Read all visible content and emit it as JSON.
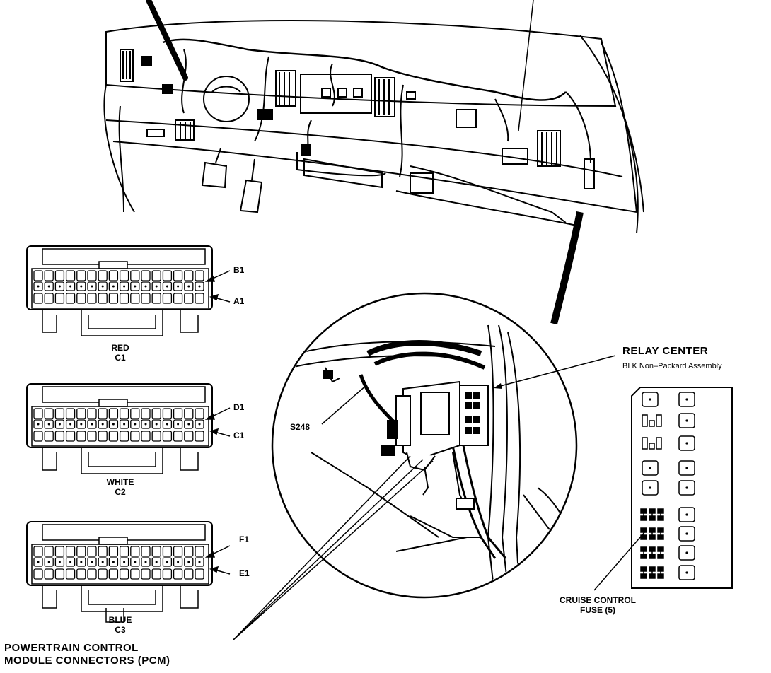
{
  "connectors": [
    {
      "pin_top": "B1",
      "pin_bottom": "A1",
      "color": "RED",
      "id": "C1"
    },
    {
      "pin_top": "D1",
      "pin_bottom": "C1",
      "color": "WHITE",
      "id": "C2"
    },
    {
      "pin_top": "F1",
      "pin_bottom": "E1",
      "color": "BLUE",
      "id": "C3"
    }
  ],
  "splice": "S248",
  "relay_center": {
    "title": "RELAY CENTER",
    "subtitle": "BLK Non–Packard Assembly"
  },
  "fuse": {
    "line1": "CRUISE CONTROL",
    "line2": "FUSE (5)"
  },
  "pcm": {
    "line1": "POWERTRAIN CONTROL",
    "line2": "MODULE CONNECTORS (PCM)"
  }
}
